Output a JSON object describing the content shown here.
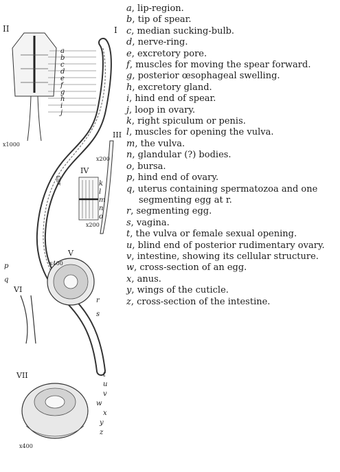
{
  "figure": {
    "panel_labels": [
      "I",
      "II",
      "III",
      "IV",
      "V",
      "VI",
      "VII"
    ],
    "magnifications": [
      "x1000",
      "x200",
      "x85",
      "x200",
      "x400",
      "x400"
    ],
    "callout_letters": [
      "a",
      "b",
      "c",
      "d",
      "e",
      "f",
      "g",
      "h",
      "i",
      "j",
      "k",
      "l",
      "m",
      "n",
      "o",
      "p",
      "q",
      "r",
      "s",
      "t",
      "u",
      "v",
      "w",
      "x",
      "y",
      "z"
    ]
  },
  "legend": [
    {
      "key": "a",
      "text": ", lip-region."
    },
    {
      "key": "b",
      "text": ", tip of spear."
    },
    {
      "key": "c",
      "text": ", median sucking-bulb."
    },
    {
      "key": "d",
      "text": ", nerve-ring."
    },
    {
      "key": "e",
      "text": ", excretory pore."
    },
    {
      "key": "f",
      "text": ", muscles for moving the spear forward."
    },
    {
      "key": "g",
      "text": ", posterior œsophageal swelling."
    },
    {
      "key": "h",
      "text": ", excretory gland."
    },
    {
      "key": "i",
      "text": ", hind end of spear."
    },
    {
      "key": "j",
      "text": ", loop in ovary."
    },
    {
      "key": "k",
      "text": ", right spiculum or penis."
    },
    {
      "key": "l",
      "text": ", muscles for opening the vulva."
    },
    {
      "key": "m",
      "text": ", the vulva."
    },
    {
      "key": "n",
      "text": ", glandular (?) bodies."
    },
    {
      "key": "o",
      "text": ", bursa."
    },
    {
      "key": "p",
      "text": ", hind end of ovary."
    },
    {
      "key": "q",
      "text": ", uterus containing spermatozoa and one segmenting egg at r."
    },
    {
      "key": "r",
      "text": ", segmenting egg."
    },
    {
      "key": "s",
      "text": ", vagina."
    },
    {
      "key": "t",
      "text": ", the vulva or female sexual opening."
    },
    {
      "key": "u",
      "text": ", blind end of posterior rudimentary ovary."
    },
    {
      "key": "v",
      "text": ", intestine, showing its cellular structure."
    },
    {
      "key": "w",
      "text": ", cross-section of an egg."
    },
    {
      "key": "x",
      "text": ", anus."
    },
    {
      "key": "y",
      "text": ", wings of the cuticle."
    },
    {
      "key": "z",
      "text": ", cross-section of the intestine."
    }
  ]
}
